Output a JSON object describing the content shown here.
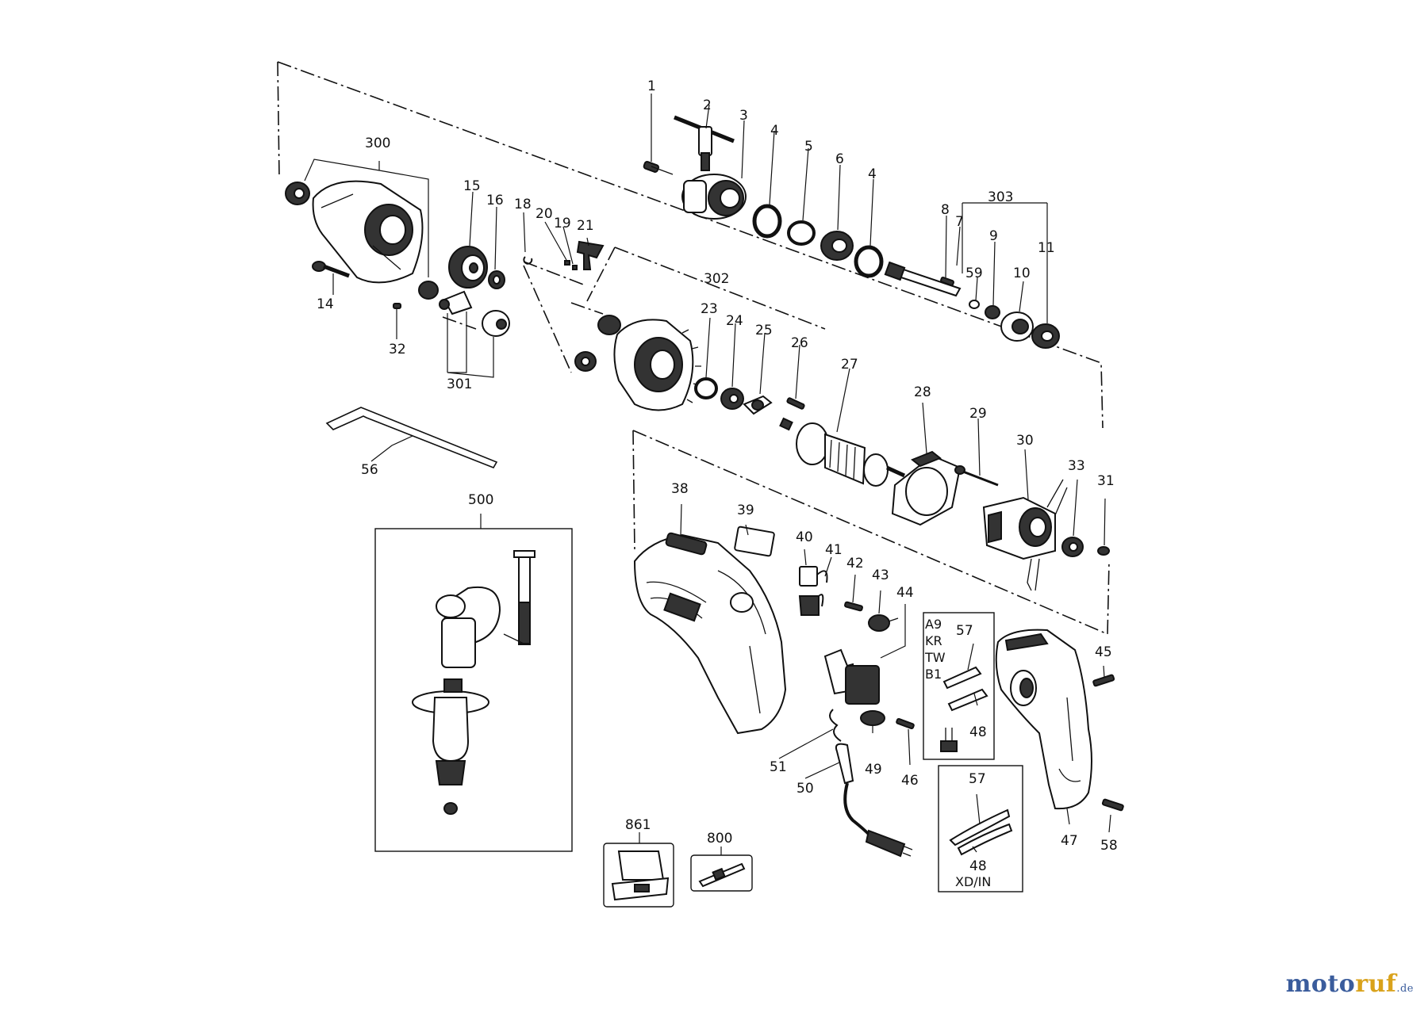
{
  "parts": [
    {
      "id": "p1",
      "label": "1"
    },
    {
      "id": "p2",
      "label": "2"
    },
    {
      "id": "p3",
      "label": "3"
    },
    {
      "id": "p4a",
      "label": "4"
    },
    {
      "id": "p5",
      "label": "5"
    },
    {
      "id": "p6",
      "label": "6"
    },
    {
      "id": "p4b",
      "label": "4"
    },
    {
      "id": "p303",
      "label": "303"
    },
    {
      "id": "p8",
      "label": "8"
    },
    {
      "id": "p7",
      "label": "7"
    },
    {
      "id": "p9",
      "label": "9"
    },
    {
      "id": "p11",
      "label": "11"
    },
    {
      "id": "p59",
      "label": "59"
    },
    {
      "id": "p10",
      "label": "10"
    },
    {
      "id": "p300",
      "label": "300"
    },
    {
      "id": "p15",
      "label": "15"
    },
    {
      "id": "p16",
      "label": "16"
    },
    {
      "id": "p18",
      "label": "18"
    },
    {
      "id": "p20",
      "label": "20"
    },
    {
      "id": "p19",
      "label": "19"
    },
    {
      "id": "p21",
      "label": "21"
    },
    {
      "id": "p302",
      "label": "302"
    },
    {
      "id": "p14",
      "label": "14"
    },
    {
      "id": "p32",
      "label": "32"
    },
    {
      "id": "p301",
      "label": "301"
    },
    {
      "id": "p23",
      "label": "23"
    },
    {
      "id": "p24",
      "label": "24"
    },
    {
      "id": "p25",
      "label": "25"
    },
    {
      "id": "p26",
      "label": "26"
    },
    {
      "id": "p27",
      "label": "27"
    },
    {
      "id": "p28",
      "label": "28"
    },
    {
      "id": "p29",
      "label": "29"
    },
    {
      "id": "p30",
      "label": "30"
    },
    {
      "id": "p33",
      "label": "33"
    },
    {
      "id": "p31",
      "label": "31"
    },
    {
      "id": "p56",
      "label": "56"
    },
    {
      "id": "p500",
      "label": "500"
    },
    {
      "id": "p38",
      "label": "38"
    },
    {
      "id": "p39",
      "label": "39"
    },
    {
      "id": "p40",
      "label": "40"
    },
    {
      "id": "p41",
      "label": "41"
    },
    {
      "id": "p42",
      "label": "42"
    },
    {
      "id": "p43",
      "label": "43"
    },
    {
      "id": "p44",
      "label": "44"
    },
    {
      "id": "p57a",
      "label": "57"
    },
    {
      "id": "p48a",
      "label": "48"
    },
    {
      "id": "p45",
      "label": "45"
    },
    {
      "id": "p51",
      "label": "51"
    },
    {
      "id": "p49",
      "label": "49"
    },
    {
      "id": "p46",
      "label": "46"
    },
    {
      "id": "p50",
      "label": "50"
    },
    {
      "id": "p57b",
      "label": "57"
    },
    {
      "id": "p48b",
      "label": "48"
    },
    {
      "id": "p47",
      "label": "47"
    },
    {
      "id": "p58",
      "label": "58"
    },
    {
      "id": "p861",
      "label": "861"
    },
    {
      "id": "p800",
      "label": "800"
    }
  ],
  "variant_box_1": [
    "A9",
    "KR",
    "TW",
    "B1"
  ],
  "variant_box_2": "XD/IN",
  "watermark": {
    "part_a": "moto",
    "part_b": "ruf",
    "part_c": ".de"
  }
}
